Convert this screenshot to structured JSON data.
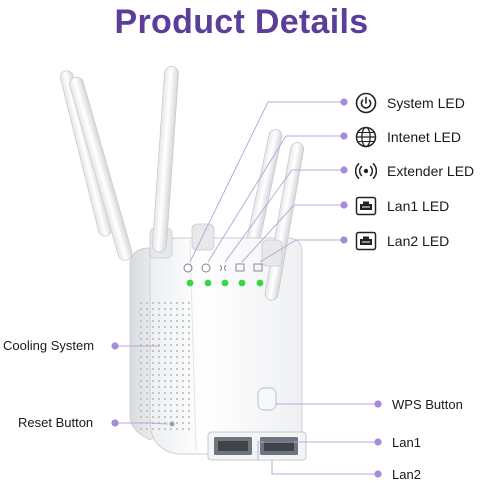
{
  "title": "Product Details",
  "colors": {
    "title": "#5a3e99",
    "callout_dot": "#a68cd6",
    "led_green": "#37d64a",
    "callout_line": "#b9a9dc"
  },
  "led_legend": [
    {
      "icon": "power-icon",
      "label": "System LED"
    },
    {
      "icon": "globe-icon",
      "label": "Intenet LED"
    },
    {
      "icon": "wireless-signal-icon",
      "label": "Extender LED"
    },
    {
      "icon": "ethernet-port-icon",
      "label": "Lan1 LED"
    },
    {
      "icon": "ethernet-port-icon",
      "label": "Lan2 LED"
    }
  ],
  "callouts": {
    "cooling": "Cooling System",
    "reset": "Reset Button",
    "wps": "WPS Button",
    "lan1": "Lan1",
    "lan2": "Lan2"
  }
}
